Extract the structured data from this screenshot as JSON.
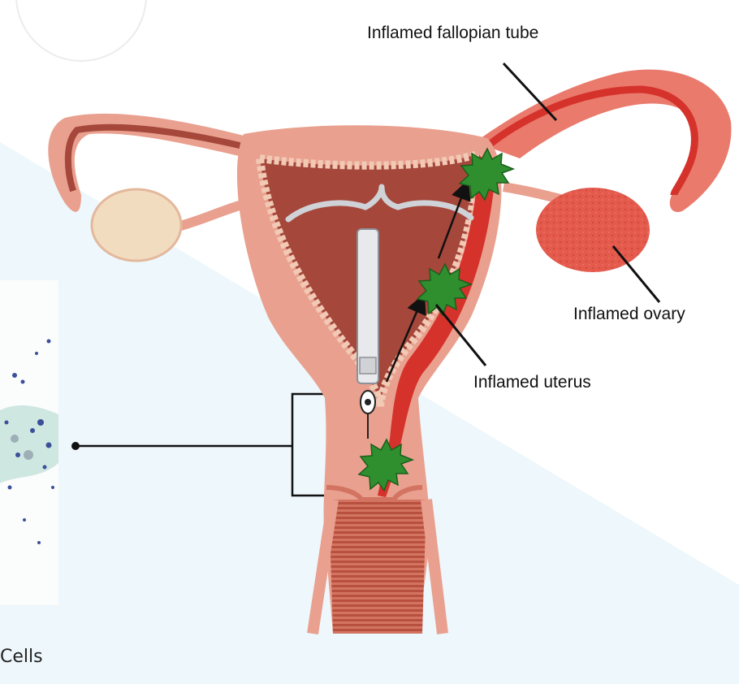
{
  "labels": {
    "fallopian_tube": "Inflamed fallopian tube",
    "ovary": "Inflamed ovary",
    "uterus": "Inflamed uterus",
    "cells_partial": "Cells"
  },
  "colors": {
    "tissue_outer": "#e9a08f",
    "tissue_inner": "#a5473b",
    "lining": "#f1c9b5",
    "inflamed_red": "#d6322c",
    "ovary_normal": "#f2dcc0",
    "ovary_inflamed": "#e45a4c",
    "infection_burst": "#2f8f2f",
    "iud_body": "#e7e9ec",
    "background_panel": "#eef7fb",
    "micro_slide": "#d7ebe6",
    "micro_cells": "#3b4f9a"
  },
  "icons": [
    "infection-burst-icon",
    "iud-device-icon",
    "arrow-icon"
  ]
}
